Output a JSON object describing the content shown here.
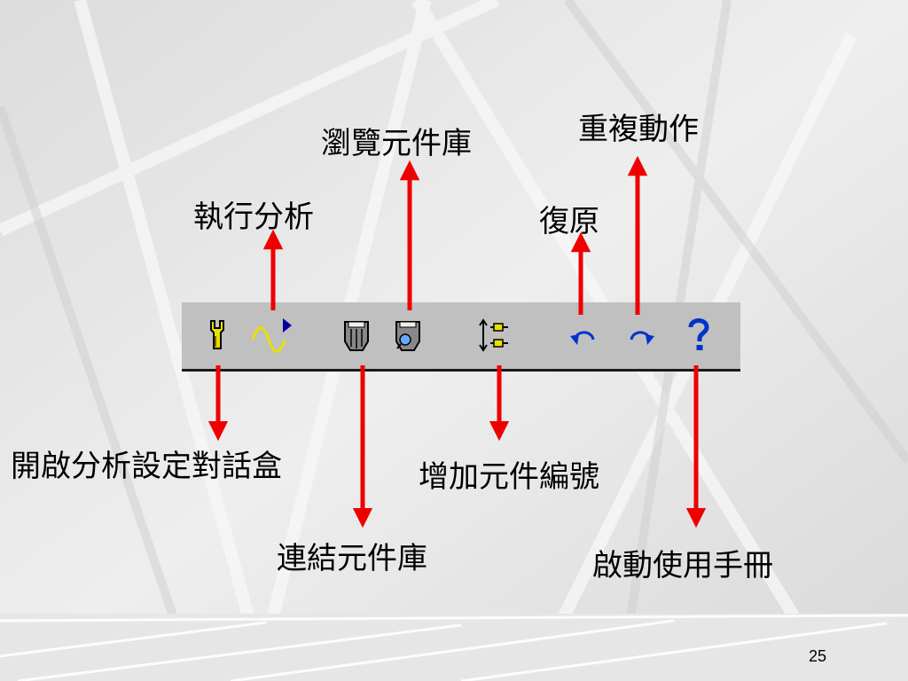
{
  "toolbar": {
    "buttons": [
      {
        "name": "analysis-settings-button",
        "icon": "wrench-icon"
      },
      {
        "name": "run-analysis-button",
        "icon": "sine-wave-run-icon"
      },
      {
        "name": "link-library-button",
        "icon": "library-link-icon"
      },
      {
        "name": "browse-library-button",
        "icon": "library-browse-icon"
      },
      {
        "name": "part-numbering-button",
        "icon": "part-numbering-icon"
      },
      {
        "name": "undo-button",
        "icon": "undo-icon"
      },
      {
        "name": "redo-button",
        "icon": "redo-icon"
      },
      {
        "name": "help-button",
        "icon": "help-question-icon"
      }
    ]
  },
  "callouts": {
    "analysis_settings": "開啟分析設定對話盒",
    "run_analysis": "執行分析",
    "link_library": "連結元件庫",
    "browse_library": "瀏覽元件庫",
    "part_numbering": "增加元件編號",
    "undo": "復原",
    "redo": "重複動作",
    "help_manual": "啟動使用手冊"
  },
  "colors": {
    "arrow": "#ee0000",
    "toolbar_bg": "#c0c0c0",
    "icon_yellow": "#e8e000",
    "icon_blue": "#0033cc"
  },
  "page_number": "25"
}
